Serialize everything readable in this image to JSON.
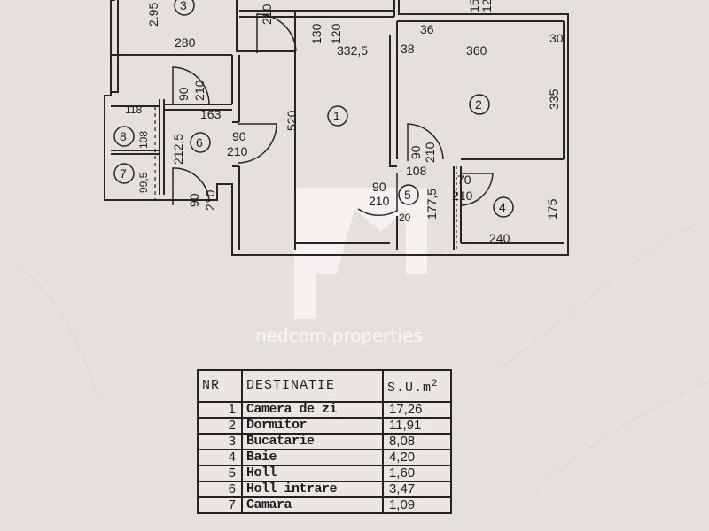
{
  "dimensions": {
    "d_295": "2.95",
    "d_280": "280",
    "d_210_top": "210",
    "d_130": "130",
    "d_120": "120",
    "d_3325": "332,5",
    "d_38": "38",
    "d_36": "36",
    "d_360": "360",
    "d_30": "30",
    "d_15": "15",
    "d_12": "12",
    "d_90_a": "90",
    "d_210_a": "210",
    "d_118": "118",
    "d_163": "163",
    "d_108_a": "108",
    "d_2125": "212,5",
    "d_995": "99,5",
    "d_90_b": "90",
    "d_210_b": "210",
    "d_90_c": "90",
    "d_210_c": "210",
    "d_520": "520",
    "d_335": "335",
    "d_90_d": "90",
    "d_210_d": "210",
    "d_108_b": "108",
    "d_70": "70",
    "d_210_e": "210",
    "d_90_e": "90",
    "d_210_f": "210",
    "d_1775": "177,5",
    "d_20": "20",
    "d_175": "175",
    "d_240": "240"
  },
  "room_numbers": {
    "r1": "1",
    "r2": "2",
    "r3": "3",
    "r4": "4",
    "r5": "5",
    "r6": "6",
    "r7": "7",
    "r8": "8"
  },
  "watermark": "nedcom.properties",
  "legend": {
    "headers": {
      "nr": "NR",
      "dest": "DESTINATIE",
      "area": "S.U.m",
      "area_sup": "2"
    },
    "rows": [
      {
        "nr": "1",
        "dest": "Camera de zi",
        "area": "17,26"
      },
      {
        "nr": "2",
        "dest": "Dormitor",
        "area": "11,91"
      },
      {
        "nr": "3",
        "dest": "Bucatarie",
        "area": "8,08"
      },
      {
        "nr": "4",
        "dest": "Baie",
        "area": "4,20"
      },
      {
        "nr": "5",
        "dest": "Holl",
        "area": "1,60"
      },
      {
        "nr": "6",
        "dest": "Holl intrare",
        "area": "3,47"
      },
      {
        "nr": "7",
        "dest": "Camara",
        "area": "1,09"
      }
    ]
  }
}
